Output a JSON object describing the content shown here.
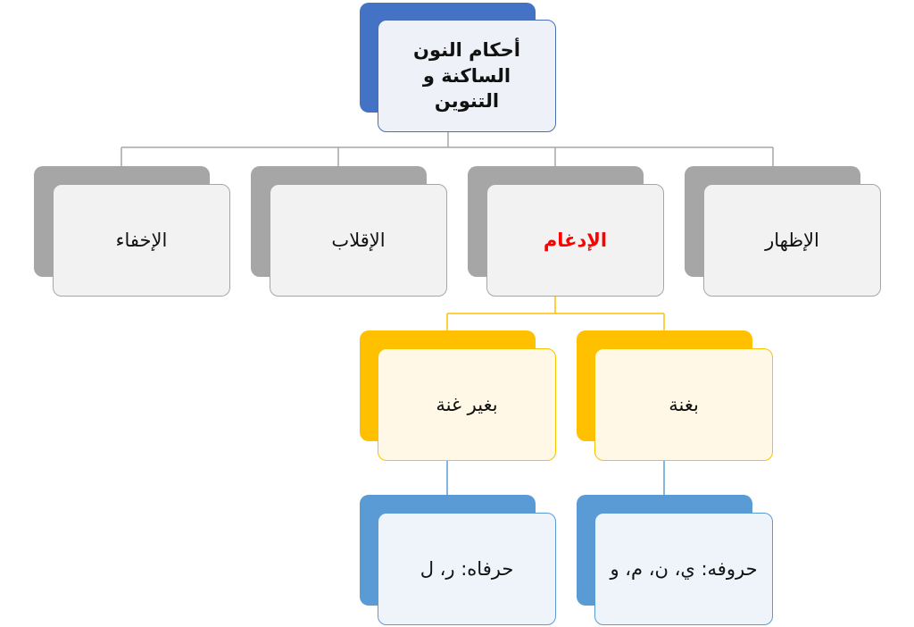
{
  "colors": {
    "root_accent": "#4472C4",
    "root_border": "#4A6FB5",
    "root_fill": "#EEF1F8",
    "gray_accent": "#A6A6A6",
    "gray_border": "#A6A6A6",
    "gray_fill": "#F2F2F2",
    "gold_accent": "#FFC000",
    "gold_border": "#F5C400",
    "gold_fill": "#FFF8E6",
    "blue_accent": "#5B9BD5",
    "blue_border": "#5B9BD5",
    "blue_fill": "#EEF4FA",
    "highlight_text": "#FF0000",
    "connector_gray": "#A6A6A6",
    "connector_gold": "#FFC000",
    "connector_blue": "#5B9BD5"
  },
  "root": {
    "label": "أحكام النون الساكنة و التنوين"
  },
  "level1": [
    {
      "id": "izhar",
      "label": "الإظهار"
    },
    {
      "id": "idgham",
      "label": "الإدغام",
      "highlight": true
    },
    {
      "id": "iqlab",
      "label": "الإقلاب"
    },
    {
      "id": "ikhfa",
      "label": "الإخفاء"
    }
  ],
  "level2": [
    {
      "id": "with-ghunna",
      "label": "بغنة"
    },
    {
      "id": "without-ghunna",
      "label": "بغير غنة"
    }
  ],
  "level3": [
    {
      "id": "with-ghunna-letters",
      "label": "حروفه: ي، ن، م، و"
    },
    {
      "id": "without-ghunna-letters",
      "label": "حرفاه: ر، ل"
    }
  ]
}
